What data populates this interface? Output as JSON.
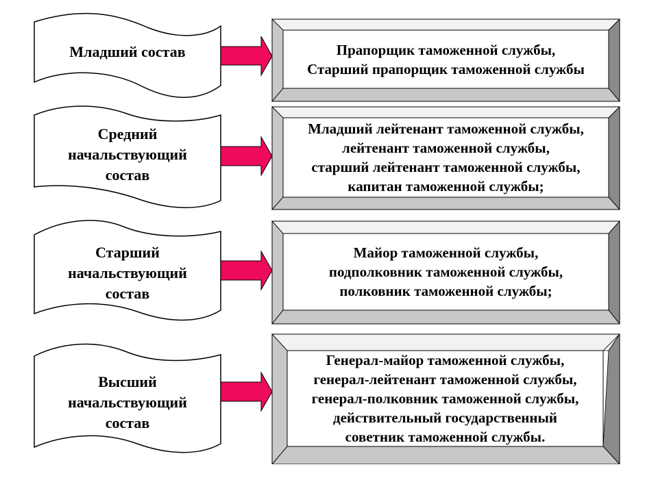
{
  "rows": [
    {
      "category_lines": [
        "Младший состав"
      ],
      "rank_lines": [
        "Прапорщик таможенной службы,",
        "Старший прапорщик таможенной службы"
      ]
    },
    {
      "category_lines": [
        "Средний",
        "начальствующий",
        "состав"
      ],
      "rank_lines": [
        "Младший лейтенант таможенной службы,",
        "лейтенант таможенной службы,",
        "старший лейтенант таможенной службы,",
        "капитан таможенной службы;"
      ]
    },
    {
      "category_lines": [
        "Старший",
        "начальствующий",
        "состав"
      ],
      "rank_lines": [
        "Майор таможенной службы,",
        "подполковник таможенной службы,",
        "полковник таможенной службы;"
      ]
    },
    {
      "category_lines": [
        "Высший",
        "начальствующий",
        "состав"
      ],
      "rank_lines": [
        "Генерал-майор таможенной службы,",
        "генерал-лейтенант таможенной службы,",
        "генерал-полковник таможенной службы,",
        "действительный государственный",
        "советник таможенной службы."
      ]
    }
  ],
  "colors": {
    "arrow": "#ee0a5c",
    "bevel_light": "#f2f2f2",
    "bevel_mid": "#c8c8c8",
    "bevel_dark": "#8a8a8a",
    "outline": "#000000"
  }
}
